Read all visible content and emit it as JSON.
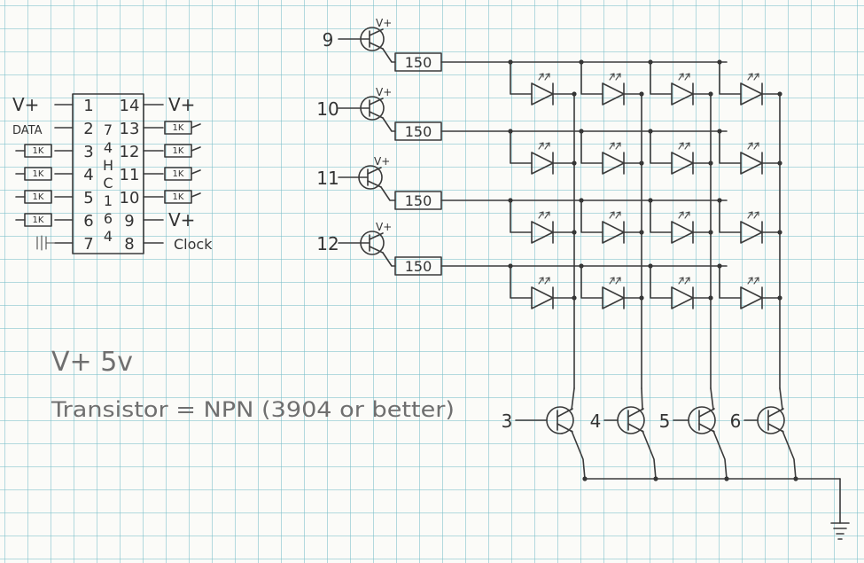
{
  "ic": {
    "left_pins": [
      {
        "num": "1",
        "label": "V+"
      },
      {
        "num": "2",
        "label": "DATA"
      },
      {
        "num": "3",
        "label": "1K"
      },
      {
        "num": "4",
        "label": "1K"
      },
      {
        "num": "5",
        "label": "1K"
      },
      {
        "num": "6",
        "label": "1K"
      },
      {
        "num": "7",
        "label": ""
      }
    ],
    "right_pins": [
      {
        "num": "14",
        "label": "V+"
      },
      {
        "num": "13",
        "label": "1K"
      },
      {
        "num": "12",
        "label": "1K"
      },
      {
        "num": "11",
        "label": "1K"
      },
      {
        "num": "10",
        "label": "1K"
      },
      {
        "num": "9",
        "label": "V+"
      },
      {
        "num": "8",
        "label": "Clock"
      }
    ],
    "part_chars": [
      "7",
      "4",
      "H",
      "C",
      "1",
      "6",
      "4"
    ]
  },
  "rows": [
    {
      "pin": "9",
      "vplus": "V+",
      "resistor": "150"
    },
    {
      "pin": "10",
      "vplus": "V+",
      "resistor": "150"
    },
    {
      "pin": "11",
      "vplus": "V+",
      "resistor": "150"
    },
    {
      "pin": "12",
      "vplus": "V+",
      "resistor": "150"
    }
  ],
  "columns": [
    {
      "pin": "3"
    },
    {
      "pin": "4"
    },
    {
      "pin": "5"
    },
    {
      "pin": "6"
    }
  ],
  "notes": {
    "supply": "V+ 5v",
    "transistor": "Transistor = NPN (3904 or better)"
  }
}
